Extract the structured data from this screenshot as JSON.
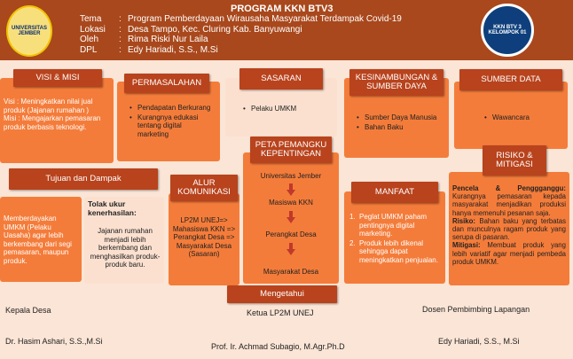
{
  "header": {
    "title": "PROGRAM KKN BTV3",
    "rows": [
      {
        "key": "Tema",
        "value": "Program Pemberdayaan Wirausaha Masyarakat Terdampak Covid-19"
      },
      {
        "key": "Lokasi",
        "value": "Desa Tampo, Kec. Cluring Kab. Banyuwangi"
      },
      {
        "key": "Oleh",
        "value": "Rima Riski Nur Laila"
      },
      {
        "key": "DPL",
        "value": "Edy Hariadi, S.S., M.Si"
      }
    ],
    "logo_left_text": "UNIVERSITAS JEMBER",
    "logo_right_text": "KKN BTV 3 KELOMPOK 01"
  },
  "visi": {
    "title": "VISI & MISI",
    "text1": "Visi : Meningkatkan nilai jual produk (Jajanan rumahan )",
    "text2": "Misi : Mengajarkan pemasaran produk berbasis teknologi."
  },
  "permasalahan": {
    "title": "PERMASALAHAN",
    "items": [
      "Pendapatan Berkurang",
      "Kurangnya edukasi tentang digital marketing"
    ]
  },
  "sasaran": {
    "title": "SASARAN",
    "items": [
      "Pelaku UMKM"
    ]
  },
  "kesinambungan": {
    "title": "KESINAMBUNGAN & SUMBER DAYA",
    "items": [
      "Sumber Daya Manusia",
      "Bahan Baku"
    ]
  },
  "sumberdata": {
    "title": "SUMBER DATA",
    "items": [
      "Wawancara"
    ]
  },
  "tujuan": {
    "title": "Tujuan dan Dampak",
    "text": "Memberdayakan UMKM (Pelaku Uasaha) agar lebih berkembang dari segi pemasaran, maupun produk."
  },
  "tolak": {
    "title": "Tolak ukur kenerhasilan:",
    "text": "Jajanan rumahan menjadi lebih berkembang dan menghasilkan produk-produk baru."
  },
  "alur": {
    "title": "ALUR KOMUNIKASI",
    "text": "LP2M UNEJ=> Mahasiswa KKN => Perangkat Desa => Masyarakat Desa (Sasaran)"
  },
  "peta": {
    "title": "PETA PEMANGKU KEPENTINGAN",
    "items": [
      "Universitas Jember",
      "Masiswa KKN",
      "Perangkat Desa",
      "Masyarakat Desa"
    ]
  },
  "manfaat": {
    "title": "MANFAAT",
    "items": [
      "Peglat UMKM paham pentingnya digital marketing.",
      "Produk lebih dikenal sehingga dapat meningkatkan penjualan."
    ]
  },
  "risiko": {
    "title": "RISIKO & MITIGASI",
    "p1_label": "Pencela & Penggganggu:",
    "p1_text": "Kurangnya pemasaran kepada masyarakat menjadikan produksi hanya memenuhi pesanan saja.",
    "p2_label": "Risiko:",
    "p2_text": "Bahan baku yang terbatas dan munculnya ragam produk yang serupa di pasaran.",
    "p3_label": "Mitigasi:",
    "p3_text": "Membuat produk yang lebih variatif agar menjadi pembeda produk UMKM."
  },
  "mengetahui": {
    "title": "Mengetahui"
  },
  "signatures": {
    "kepala_label": "Kepala Desa",
    "kepala_name": "Dr. Hasim Ashari, S.S.,M.Si",
    "ketua_label": "Ketua LP2M UNEJ",
    "ketua_name": "Prof. Ir. Achmad Subagio, M.Agr.Ph.D",
    "dosen_label": "Dosen Pembimbing Lapangan",
    "dosen_name": "Edy Hariadi, S.S., M.Si"
  }
}
